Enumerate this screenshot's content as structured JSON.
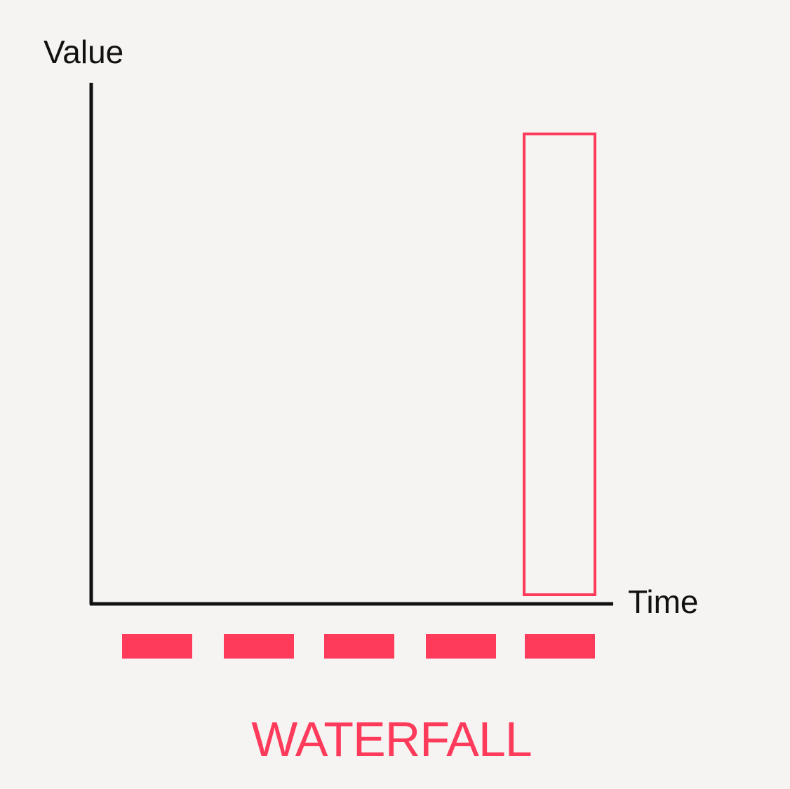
{
  "diagram": {
    "y_axis_label": "Value",
    "x_axis_label": "Time",
    "title": "WATERFALL",
    "accent_color": "#ff3b5c",
    "axis_color": "#111111",
    "background_color": "#f5f4f2",
    "phase_count": 5,
    "highlighted_bar_phase": 5,
    "highlighted_bar_style": "outline"
  }
}
